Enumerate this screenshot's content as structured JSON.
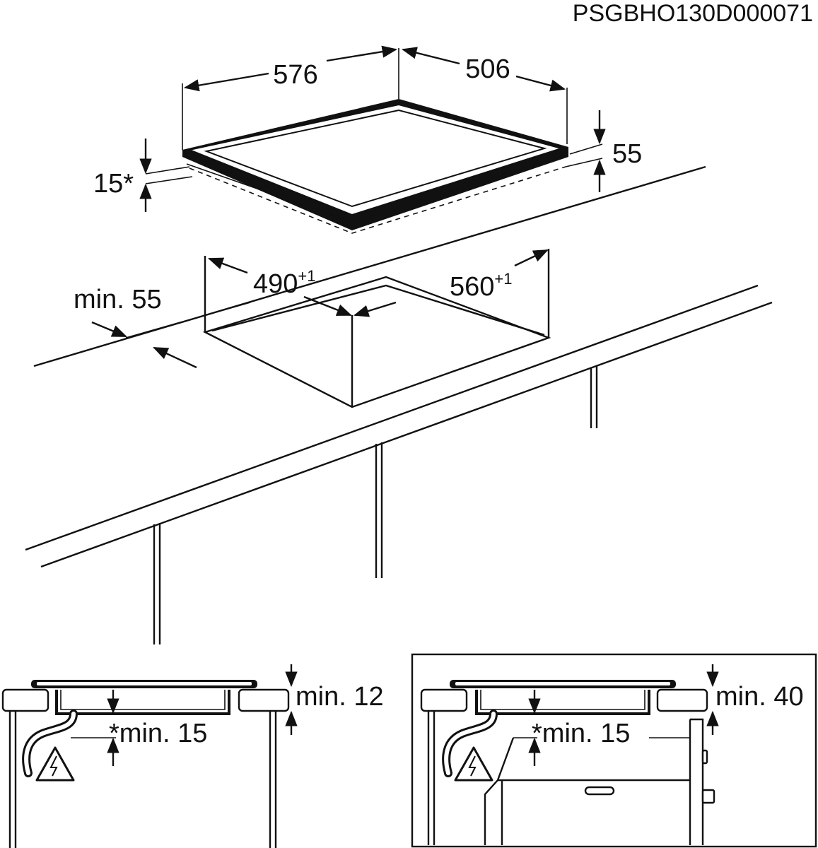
{
  "drawing_code": "PSGBHO130D000071",
  "top_view": {
    "hob_width": "576",
    "hob_depth": "506",
    "hob_height": "55",
    "frame_height": "15*"
  },
  "cutout": {
    "depth": "490",
    "depth_tolerance": "+1",
    "width": "560",
    "width_tolerance": "+1",
    "edge_distance": "min. 55"
  },
  "section_left": {
    "clearance_top": "min. 12",
    "clearance_bottom": "*min. 15"
  },
  "section_right": {
    "clearance_top": "min. 40",
    "clearance_bottom": "*min. 15"
  },
  "icons": [
    "electric-hazard-icon",
    "electric-hazard-icon"
  ]
}
